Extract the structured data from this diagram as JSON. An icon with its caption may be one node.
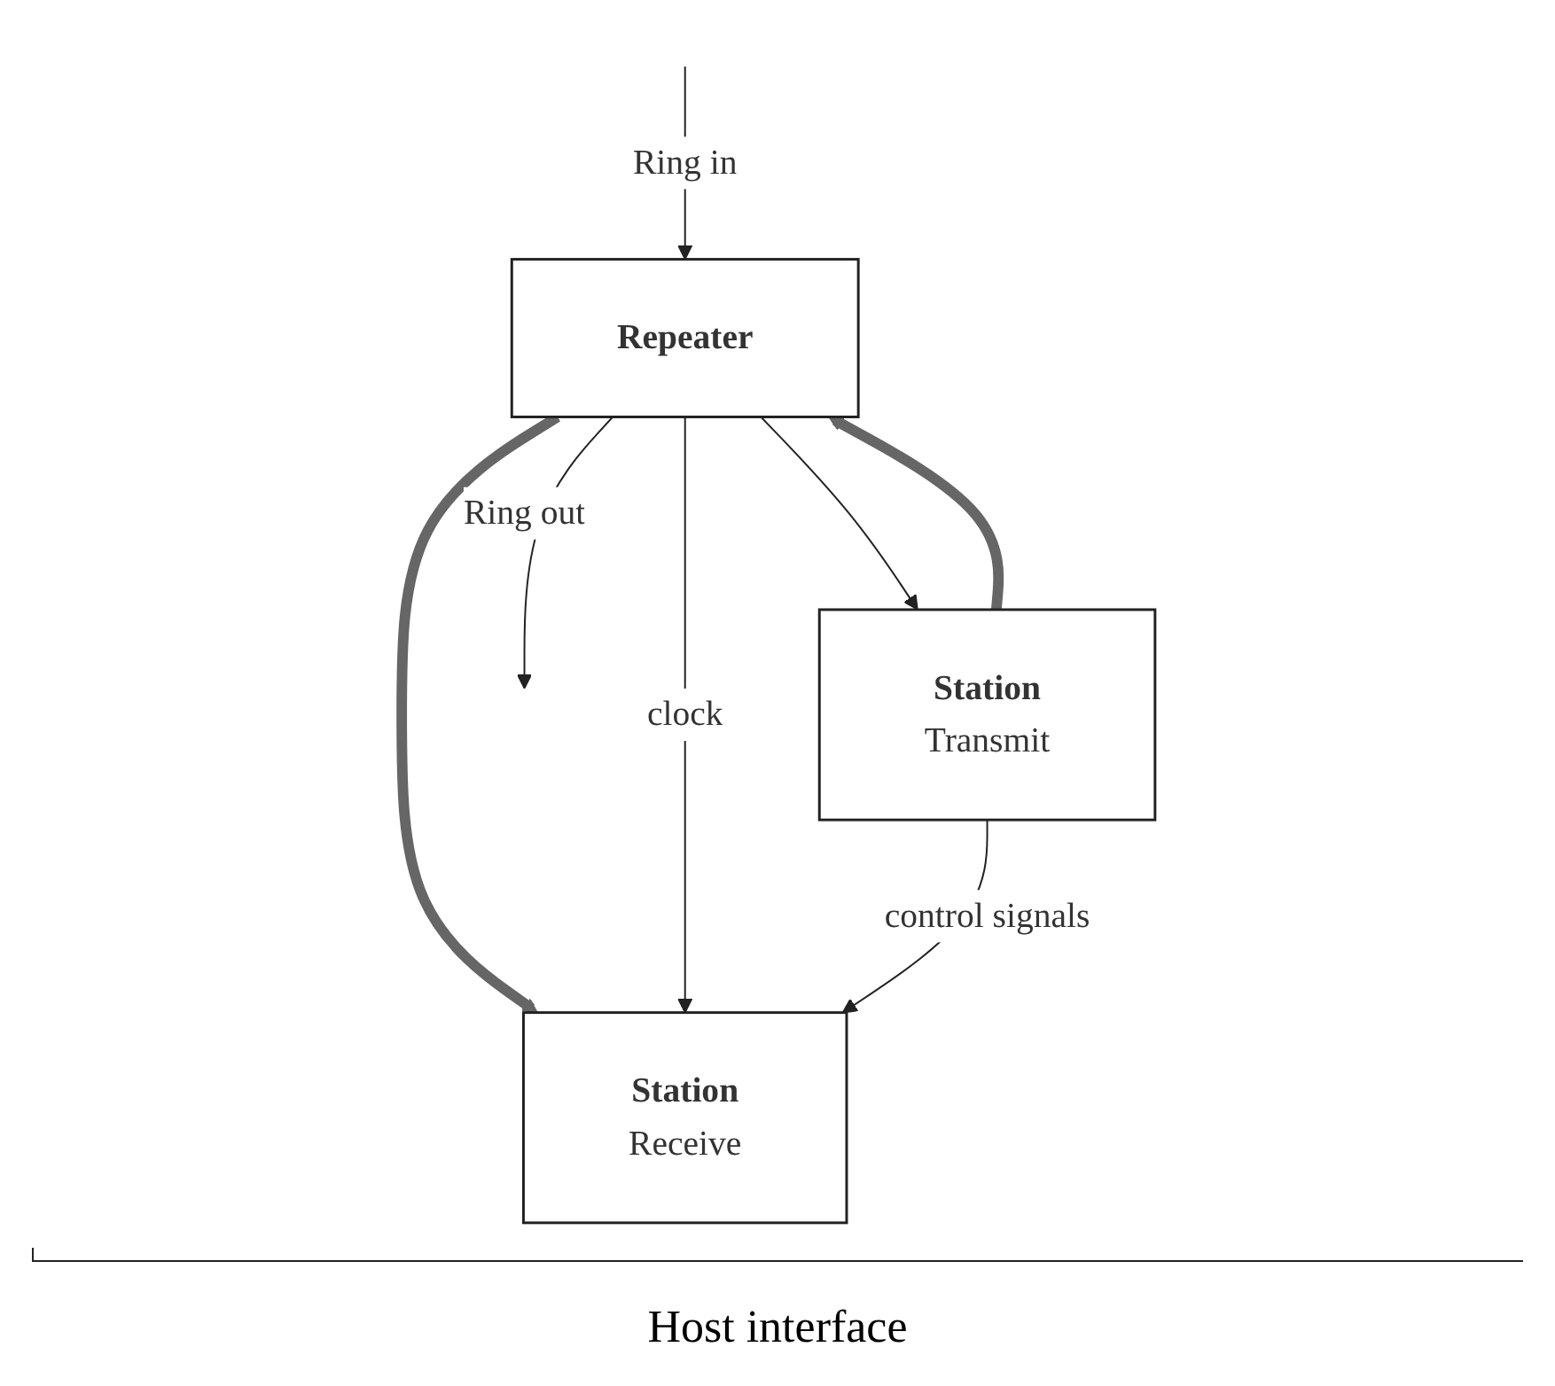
{
  "diagram": {
    "nodes": [
      {
        "text": [
          "Repeater"
        ]
      },
      {
        "text": [
          "Station",
          "Receive"
        ]
      },
      {
        "text": [
          "Station",
          "Transmit"
        ]
      }
    ],
    "edges": [
      {
        "from": null,
        "to": 0,
        "arrow": "to",
        "label": "Ring in"
      },
      {
        "from": 0,
        "to": null,
        "arrow": "to",
        "label": "Ring out"
      },
      {
        "from": 0,
        "to": 1,
        "arrow": "to",
        "style": "thick",
        "color": "#666666"
      },
      {
        "from": 2,
        "to": 0,
        "arrow": "to",
        "style": "thick",
        "color": "#666666"
      },
      {
        "from": 0,
        "to": 1,
        "arrow": "to",
        "label": "clock"
      },
      {
        "from": 0,
        "to": 2,
        "arrow": "to"
      },
      {
        "from": 2,
        "to": 1,
        "arrow": "to",
        "label": "control signals"
      }
    ],
    "labels": [
      "Host interface"
    ]
  }
}
